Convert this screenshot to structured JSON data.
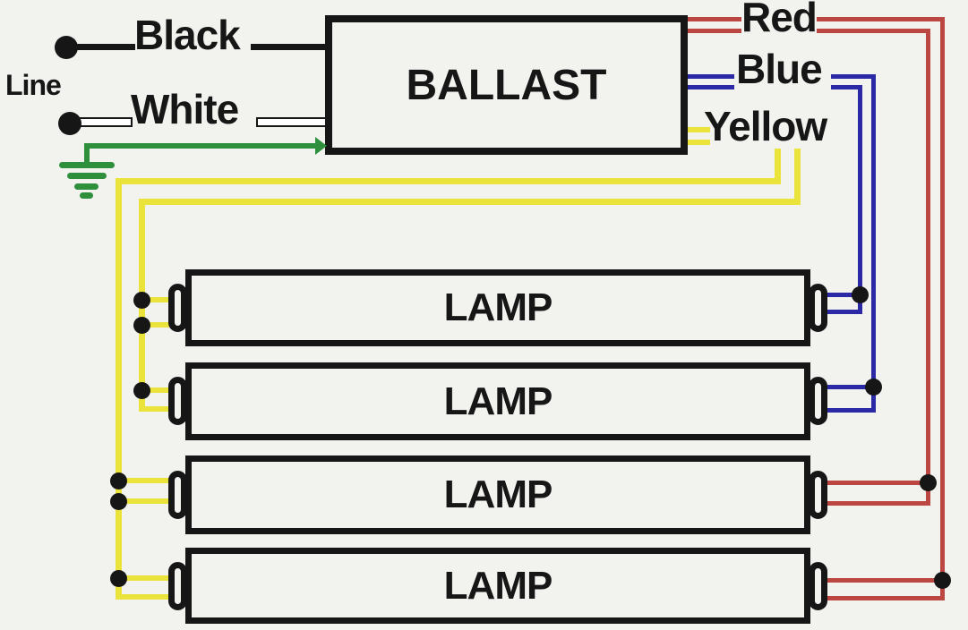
{
  "labels": {
    "line": "Line",
    "black": "Black",
    "white": "White",
    "ballast": "BALLAST",
    "red": "Red",
    "blue": "Blue",
    "yellow": "Yellow"
  },
  "lamps": [
    {
      "label": "LAMP"
    },
    {
      "label": "LAMP"
    },
    {
      "label": "LAMP"
    },
    {
      "label": "LAMP"
    }
  ],
  "colors": {
    "background": "#f2f2ef",
    "line_black": "#161616",
    "wire_white": "#ffffff",
    "ground_green": "#2e8f3d",
    "wire_red": "#bc4742",
    "wire_blue": "#2b29a6",
    "wire_yellow": "#eae33b"
  }
}
